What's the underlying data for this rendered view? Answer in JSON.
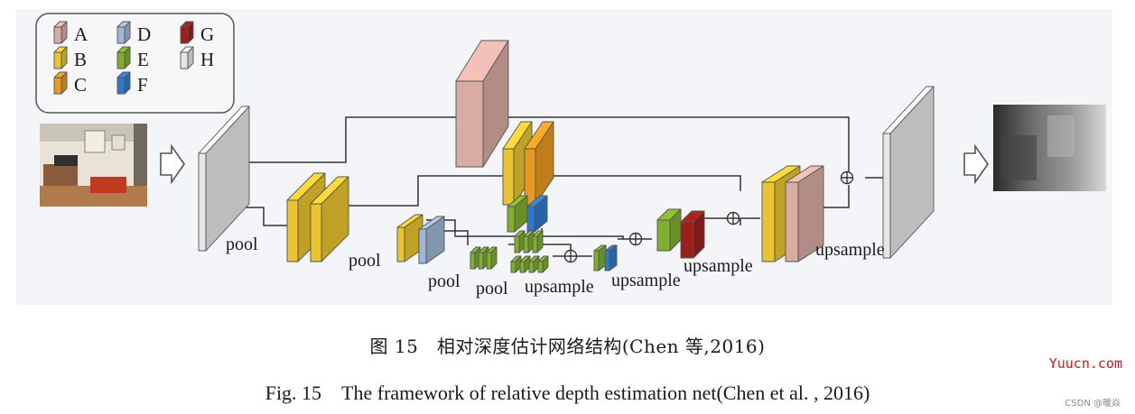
{
  "legend": [
    {
      "key": "A",
      "color": "#d9aca3"
    },
    {
      "key": "B",
      "color": "#e9c42e"
    },
    {
      "key": "C",
      "color": "#e89a1e"
    },
    {
      "key": "D",
      "color": "#9fb6d6"
    },
    {
      "key": "E",
      "color": "#7faf2c"
    },
    {
      "key": "F",
      "color": "#2f79cc"
    },
    {
      "key": "G",
      "color": "#9c1f1c"
    },
    {
      "key": "H",
      "color": "#e6e6e6"
    }
  ],
  "labels": {
    "pool_1": "pool",
    "pool_2": "pool",
    "pool_3": "pool",
    "pool_4": "pool",
    "upsample_1": "upsample",
    "upsample_2": "upsample",
    "upsample_3": "upsample",
    "upsample_4": "upsample"
  },
  "caption": {
    "cn": "图 15　相对深度估计网络结构(Chen 等,2016)",
    "en": "Fig. 15　The framework of relative depth estimation net(Chen et al. , 2016)"
  },
  "watermark": {
    "site": "Yuucn.com",
    "csdn": "CSDN @暖焱"
  }
}
